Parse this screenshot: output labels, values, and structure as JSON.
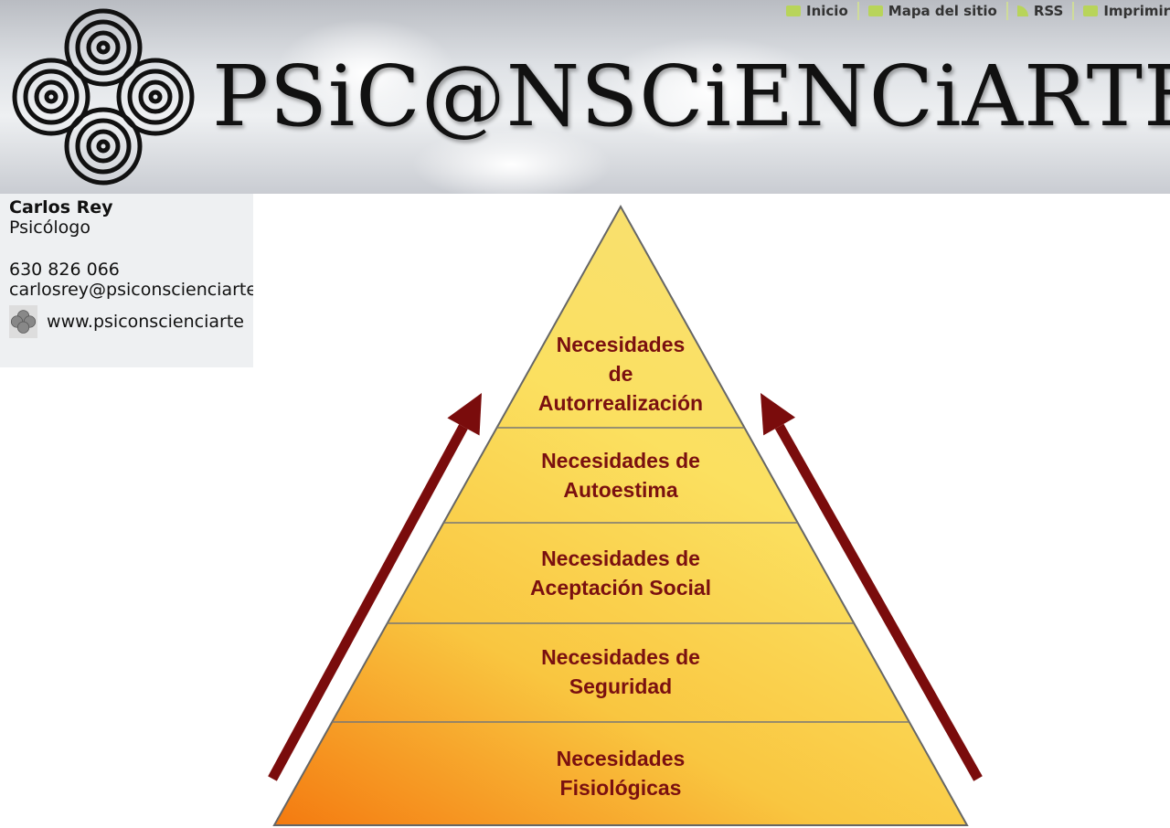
{
  "header": {
    "site_title": "PSiC@NSCiENCiARTE",
    "nav": [
      {
        "label": "Inicio",
        "icon": "home-icon"
      },
      {
        "label": "Mapa del sitio",
        "icon": "sitemap-icon"
      },
      {
        "label": "RSS",
        "icon": "rss-icon"
      },
      {
        "label": "Imprimir",
        "icon": "print-icon"
      }
    ]
  },
  "card": {
    "name": "Carlos Rey",
    "role": "Psicólogo",
    "phone": "630 826 066",
    "email": "carlosrey@psiconscienciarte",
    "website": "www.psiconscienciarte"
  },
  "pyramid": {
    "levels": [
      {
        "lines": [
          "Necesidades",
          "de",
          "Autorrealización"
        ]
      },
      {
        "lines": [
          "Necesidades de",
          "Autoestima"
        ]
      },
      {
        "lines": [
          "Necesidades de",
          "Aceptación Social"
        ]
      },
      {
        "lines": [
          "Necesidades de",
          "Seguridad"
        ]
      },
      {
        "lines": [
          "Necesidades",
          "Fisiológicas"
        ]
      }
    ],
    "text_color": "#7a1010",
    "arrow_color": "#7a0c0c"
  }
}
